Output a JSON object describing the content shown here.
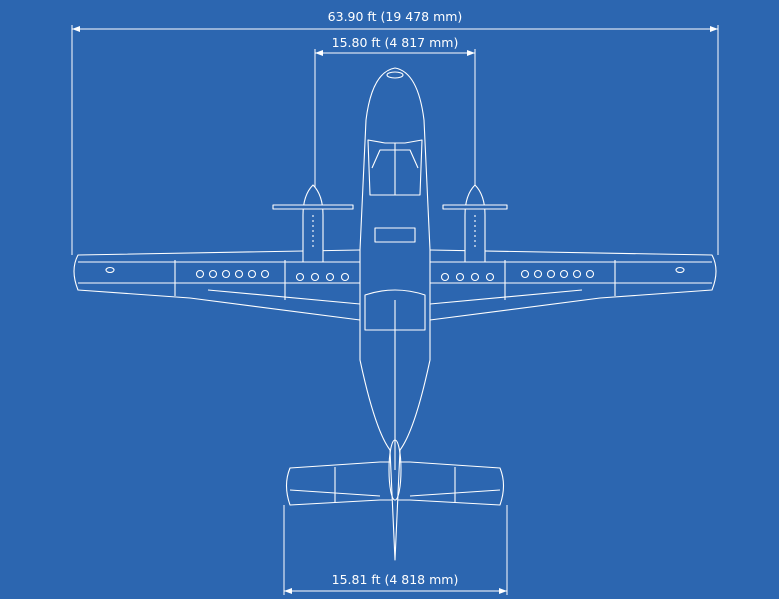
{
  "dimensions": {
    "wingspan": "63.90 ft (19 478 mm)",
    "propeller_span": "15.80 ft (4 817 mm)",
    "tailplane_span": "15.81 ft (4 818 mm)"
  },
  "colors": {
    "background": "#2c66b0",
    "lines": "#ffffff"
  }
}
